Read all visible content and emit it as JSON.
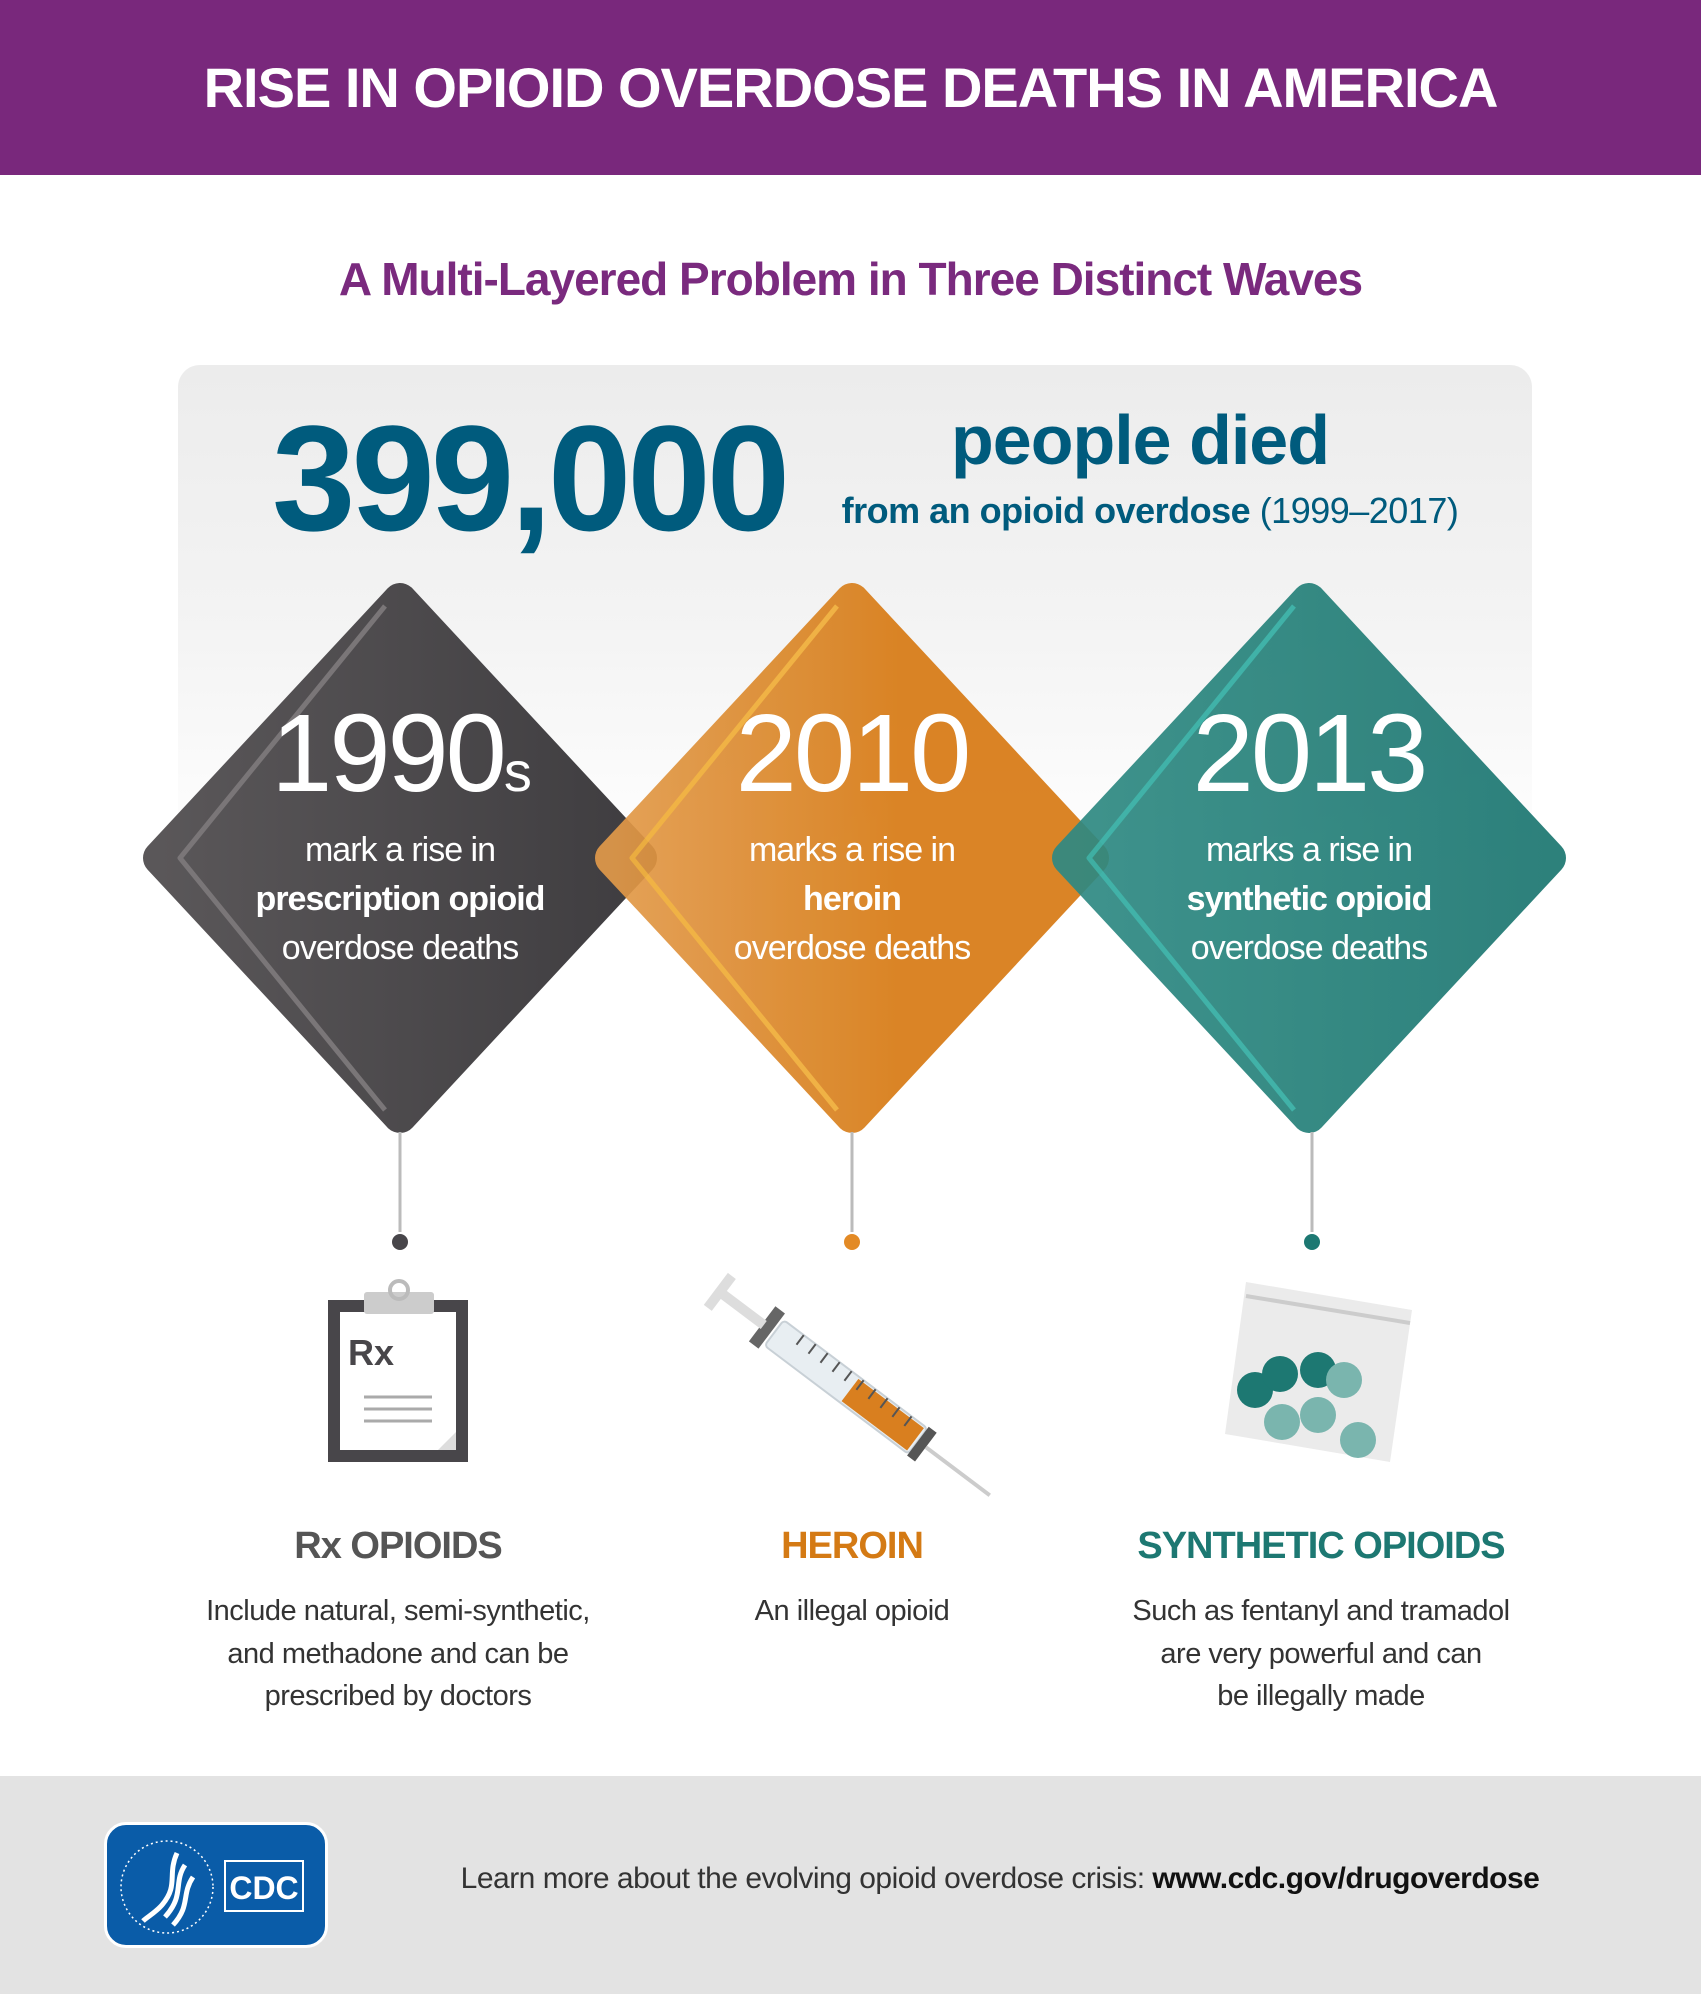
{
  "header": {
    "title": "RISE IN OPIOID OVERDOSE DEATHS IN AMERICA"
  },
  "subtitle": "A Multi-Layered Problem in Three Distinct Waves",
  "stat": {
    "number": "399,000",
    "headline": "people died",
    "detail_bold": "from an opioid overdose",
    "detail_years": "(1999–2017)"
  },
  "waves": [
    {
      "year": "1990",
      "year_suffix": "s",
      "line1": "mark a rise in",
      "line2": "prescription opioid",
      "line3": "overdose deaths",
      "color": "#48464a",
      "title": "Rx OPIOIDS",
      "title_color": "#555555",
      "desc": [
        "Include natural, semi-synthetic,",
        "and methadone and can be",
        "prescribed by doctors"
      ],
      "icon": "clipboard-rx-icon",
      "icon_text": "Rx"
    },
    {
      "year": "2010",
      "year_suffix": "",
      "line1": "marks a rise in",
      "line2": "heroin",
      "line3": "overdose deaths",
      "color": "#d87b14",
      "title": "HEROIN",
      "title_color": "#d47a14",
      "desc": [
        "An illegal opioid"
      ],
      "icon": "syringe-icon"
    },
    {
      "year": "2013",
      "year_suffix": "",
      "line1": "marks a rise in",
      "line2": "synthetic opioid",
      "line3": "overdose deaths",
      "color": "#1d7872",
      "title": "SYNTHETIC OPIOIDS",
      "title_color": "#1d7872",
      "desc": [
        "Such as fentanyl and tramadol",
        "are very powerful and can",
        "be illegally made"
      ],
      "icon": "pill-bag-icon"
    }
  ],
  "footer": {
    "text": "Learn more about the evolving opioid overdose crisis:",
    "link": "www.cdc.gov/drugoverdose",
    "logo_text": "CDC"
  }
}
